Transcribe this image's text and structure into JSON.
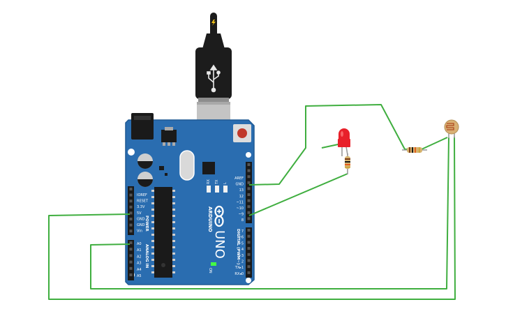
{
  "board": {
    "brand": "ARDUINO",
    "model": "UNO",
    "power_header_label": "POWER",
    "analog_header_label": "ANALOG IN",
    "digital_header_label": "DIGITAL (PWM~)",
    "on_label": "ON",
    "led_labels": [
      "RX",
      "TX",
      "L"
    ],
    "power_pins": [
      "IOREF",
      "RESET",
      "3.3V",
      "5V",
      "GND",
      "GND",
      "Vin"
    ],
    "analog_pins": [
      "A0",
      "A1",
      "A2",
      "A3",
      "A4",
      "A5"
    ],
    "digital_pins_top": [
      "AREF",
      "GND",
      "13",
      "12",
      "~11",
      "~10",
      "~9",
      "8"
    ],
    "digital_pins_bottom": [
      "7",
      "~6",
      "~5",
      "4",
      "~3",
      "2",
      "TX▸1",
      "RX◂0"
    ]
  },
  "components": {
    "usb_icon": "usb-icon",
    "power_icon": "lightning-icon"
  },
  "colors": {
    "board": "#2a6db0",
    "board_edge": "#1f5a94",
    "wire": "#3fae3f",
    "led": "#e8202a",
    "sensor": "#d9b074",
    "usb": "#1c1c1c"
  }
}
